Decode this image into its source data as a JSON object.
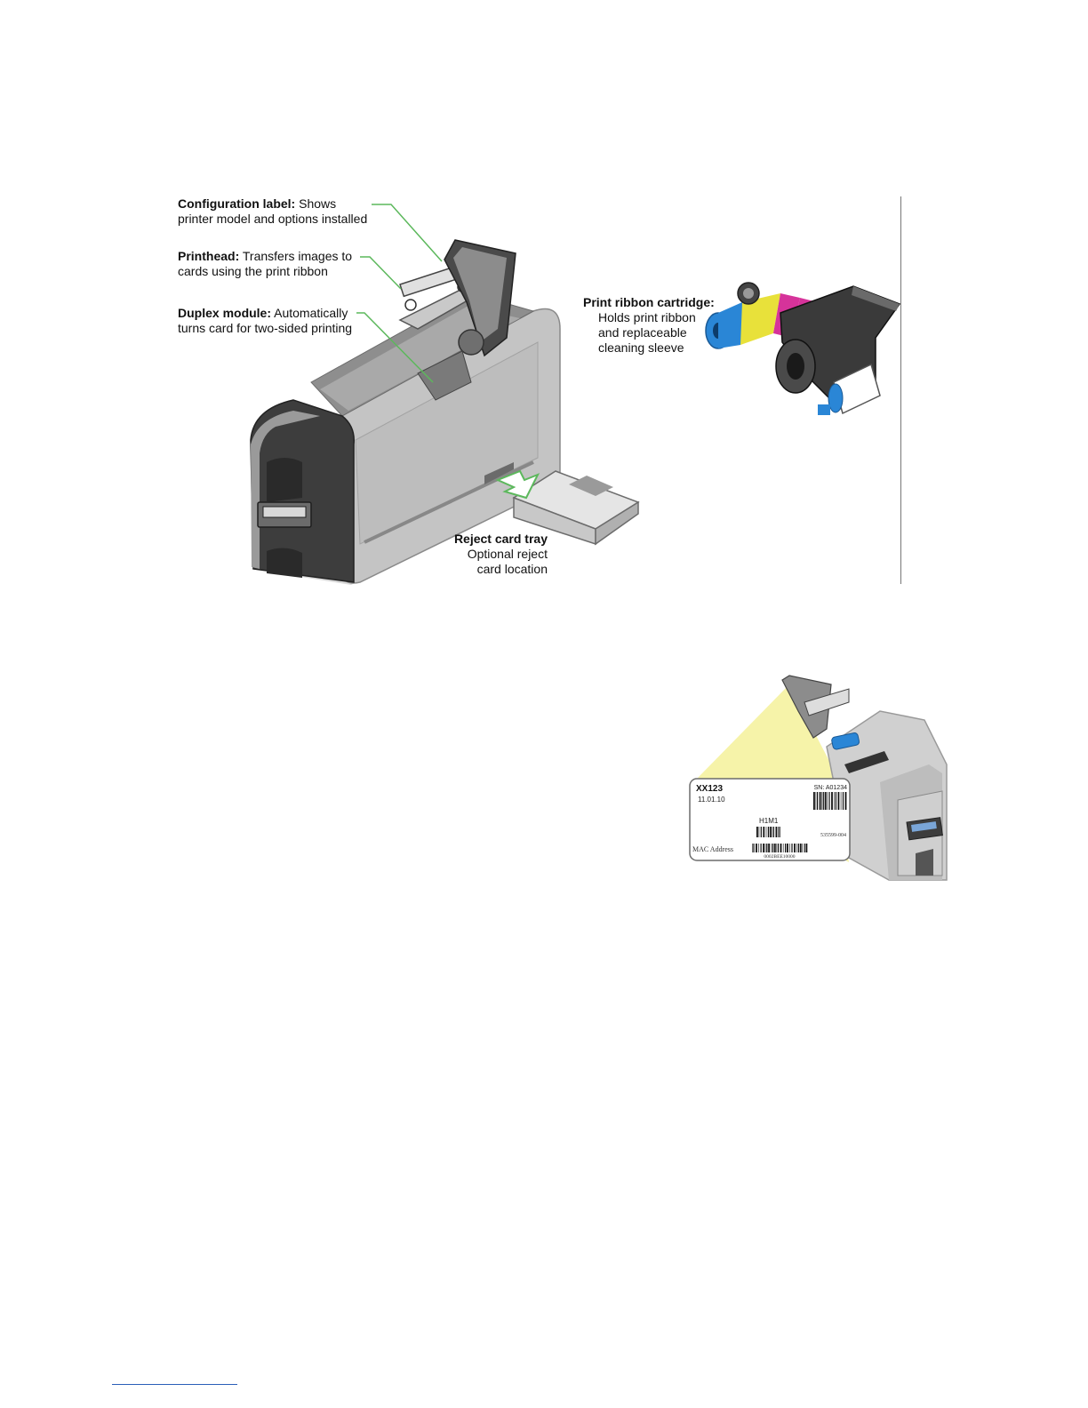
{
  "callouts": {
    "config": {
      "title": "Configuration label:",
      "desc_1": " Shows",
      "desc_2": "printer model and options installed"
    },
    "printhead": {
      "title": "Printhead:",
      "desc_1": " Transfers images to",
      "desc_2": "cards using the print ribbon"
    },
    "duplex": {
      "title": "Duplex module:",
      "desc_1": " Automatically",
      "desc_2": "turns card for two-sided printing"
    },
    "ribbon": {
      "title": "Print ribbon cartridge:",
      "desc_1": "Holds print ribbon",
      "desc_2": "and replaceable",
      "desc_3": "cleaning sleeve"
    },
    "reject": {
      "title": "Reject card tray",
      "desc_1": "Optional reject",
      "desc_2": "card location"
    }
  },
  "config_label": {
    "model": "XX123",
    "date": "11.01.10",
    "serial": "SN: A01234",
    "option_code": "H1M1",
    "part_number": "535599-004",
    "mac_label": "MAC Address",
    "mac_value": "0002BEE10000"
  },
  "colors": {
    "leader": "#5cb85c",
    "printer_body": "#b9b9b9",
    "printer_dark": "#3d3d3d",
    "ribbon_yellow": "#e8e13a",
    "ribbon_magenta": "#d6339a",
    "ribbon_cyan": "#2a86d6",
    "label_highlight": "#f4f19a",
    "footnote_rule": "#2b5fb8"
  }
}
